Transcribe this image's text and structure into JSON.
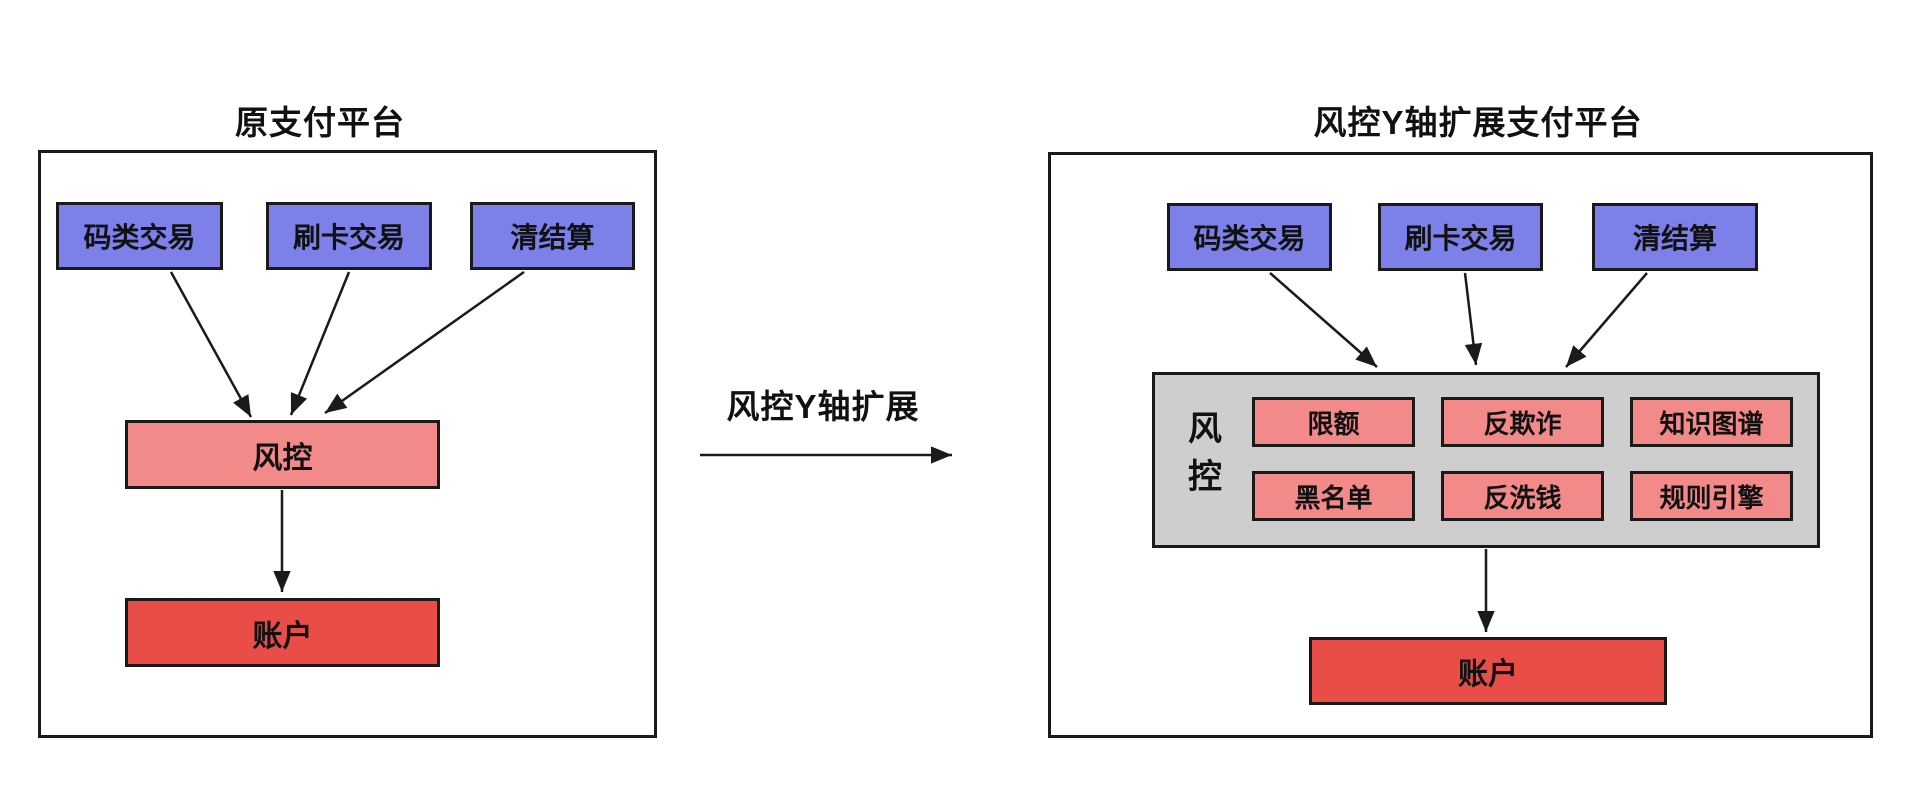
{
  "diagram": {
    "left": {
      "title": "原支付平台",
      "sources": [
        "码类交易",
        "刷卡交易",
        "清结算"
      ],
      "risk": "风控",
      "account": "账户"
    },
    "transition": {
      "label": "风控Y轴扩展"
    },
    "right": {
      "title": "风控Y轴扩展支付平台",
      "sources": [
        "码类交易",
        "刷卡交易",
        "清结算"
      ],
      "risk_label": "风控",
      "modules": [
        "限额",
        "反欺诈",
        "知识图谱",
        "黑名单",
        "反洗钱",
        "规则引擎"
      ],
      "account": "账户"
    },
    "colors": {
      "source_blue": "#7C80E8",
      "risk_pink": "#F28A8A",
      "account_red": "#E94D48",
      "container_gray": "#CECECE",
      "line_black": "#1A1A1A"
    }
  }
}
